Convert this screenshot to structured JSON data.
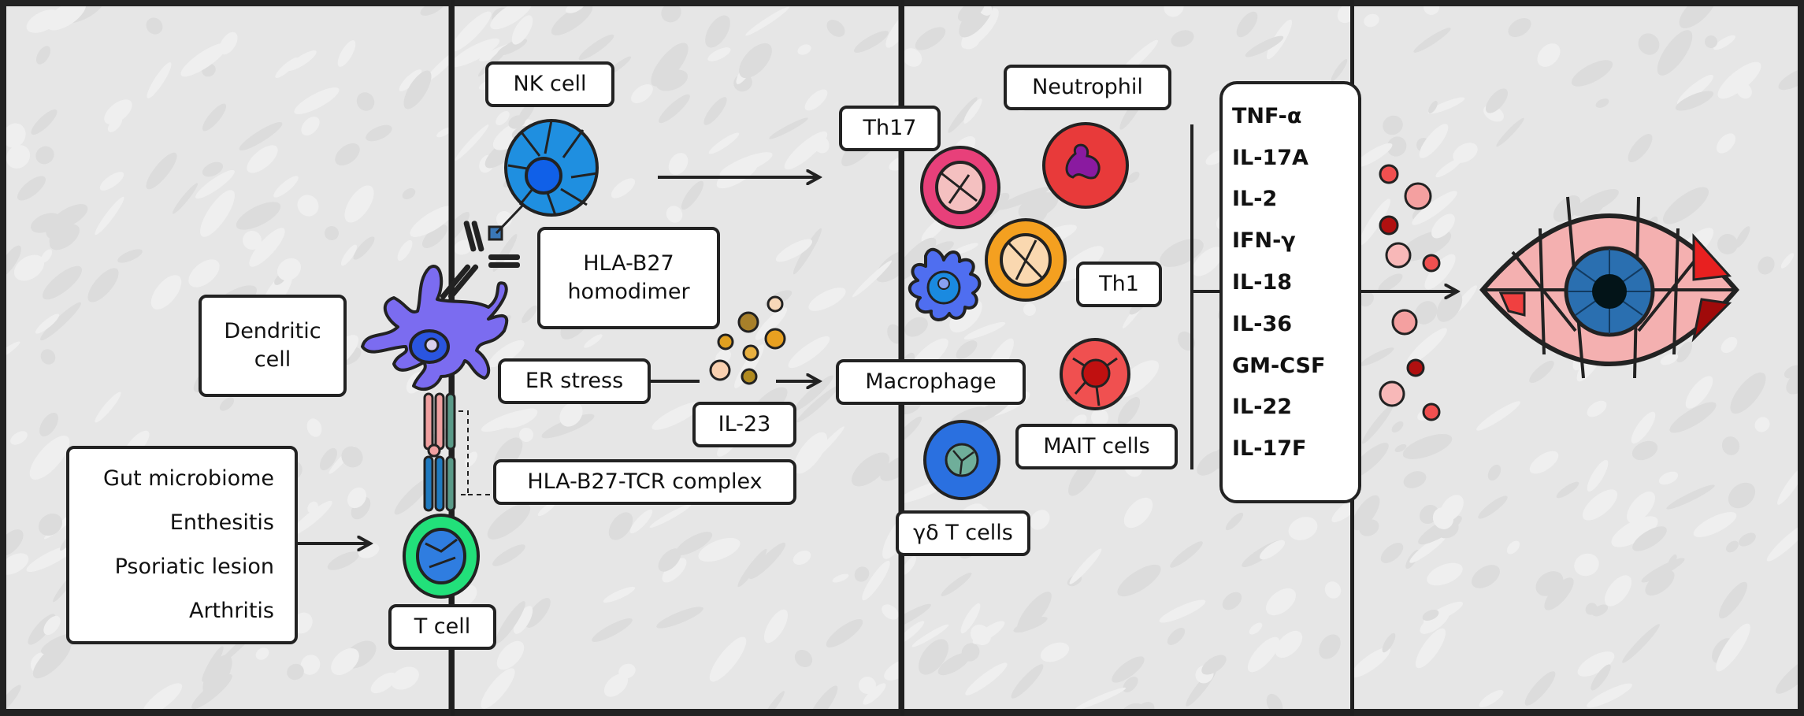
{
  "figure": {
    "panels": [
      "triggers",
      "antigen-presentation",
      "effector-cells",
      "ocular-inflammation"
    ],
    "colors": {
      "background": "#e6e6e6",
      "border": "#222222",
      "label_fill": "#ffffff",
      "dendritic_cell": "#7b6cf0",
      "nk_cell": "#1f8fe0",
      "t_cell_outer": "#22e07a",
      "t_cell_inner": "#2f7de0",
      "il23_particles": "#e8a020",
      "th17": "#e8407a",
      "neutrophil": "#e83a3a",
      "th1": "#f4a020",
      "macrophage": "#4f6ef0",
      "mait": "#f05050",
      "gd_t": "#2a70e0",
      "cytokine_particles": "#e84a4a",
      "eye_iris": "#2a6fb0"
    }
  },
  "labels": {
    "triggers": [
      "Gut microbiome",
      "Enthesitis",
      "Psoriatic lesion",
      "Arthritis"
    ],
    "dendritic_cell": [
      "Dendritic",
      "cell"
    ],
    "t_cell": "T cell",
    "nk_cell": "NK cell",
    "hla_homodimer": [
      "HLA-B27",
      "homodimer"
    ],
    "er_stress": "ER stress",
    "il23": "IL-23",
    "hla_tcr": "HLA-B27-TCR complex",
    "th17": "Th17",
    "neutrophil": "Neutrophil",
    "th1": "Th1",
    "macrophage": "Macrophage",
    "mait": "MAIT cells",
    "gd_t": "γδ T cells"
  },
  "cytokines": [
    "TNF-α",
    "IL-17A",
    "IL-2",
    "IFN-γ",
    "IL-18",
    "IL-36",
    "GM-CSF",
    "IL-22",
    "IL-17F"
  ]
}
